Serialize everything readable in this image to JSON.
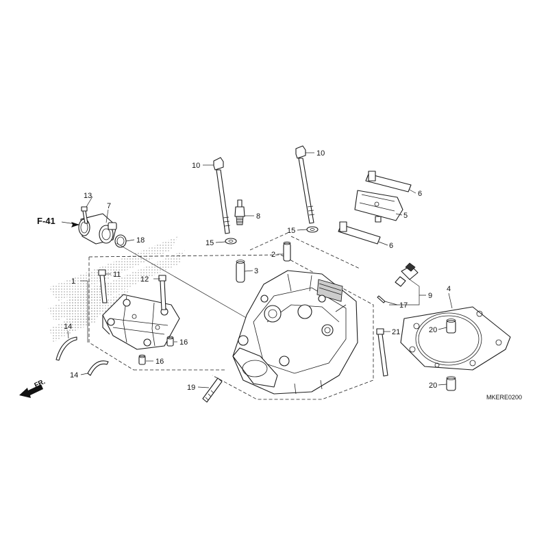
{
  "diagram_code": "MKERE0200",
  "ref_label": "F-41",
  "front_label": "FR.",
  "callouts": [
    {
      "id": "c1",
      "text": "1"
    },
    {
      "id": "c2",
      "text": "2"
    },
    {
      "id": "c3",
      "text": "3"
    },
    {
      "id": "c4",
      "text": "4"
    },
    {
      "id": "c5",
      "text": "5"
    },
    {
      "id": "c6a",
      "text": "6"
    },
    {
      "id": "c6b",
      "text": "6"
    },
    {
      "id": "c7",
      "text": "7"
    },
    {
      "id": "c8",
      "text": "8"
    },
    {
      "id": "c9",
      "text": "9"
    },
    {
      "id": "c10a",
      "text": "10"
    },
    {
      "id": "c10b",
      "text": "10"
    },
    {
      "id": "c11",
      "text": "11"
    },
    {
      "id": "c12",
      "text": "12"
    },
    {
      "id": "c13",
      "text": "13"
    },
    {
      "id": "c14a",
      "text": "14"
    },
    {
      "id": "c14b",
      "text": "14"
    },
    {
      "id": "c15a",
      "text": "15"
    },
    {
      "id": "c15b",
      "text": "15"
    },
    {
      "id": "c16a",
      "text": "16"
    },
    {
      "id": "c16b",
      "text": "16"
    },
    {
      "id": "c17",
      "text": "17"
    },
    {
      "id": "c18",
      "text": "18"
    },
    {
      "id": "c19",
      "text": "19"
    },
    {
      "id": "c20a",
      "text": "20"
    },
    {
      "id": "c20b",
      "text": "20"
    },
    {
      "id": "c21",
      "text": "21"
    }
  ]
}
